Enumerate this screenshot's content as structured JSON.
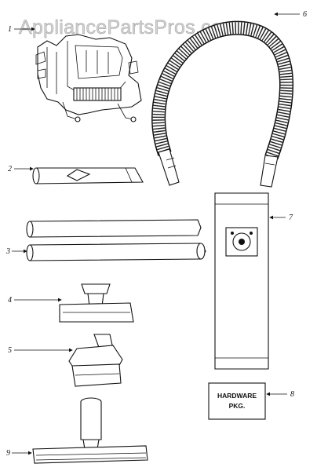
{
  "watermark": "AppliancePartsPros.com",
  "callouts": [
    {
      "number": "1"
    },
    {
      "number": "2"
    },
    {
      "number": "3"
    },
    {
      "number": "4"
    },
    {
      "number": "5"
    },
    {
      "number": "6"
    },
    {
      "number": "7"
    },
    {
      "number": "8"
    },
    {
      "number": "9"
    }
  ],
  "hardware_box": {
    "line1": "HARDWARE",
    "line2": "PKG."
  }
}
